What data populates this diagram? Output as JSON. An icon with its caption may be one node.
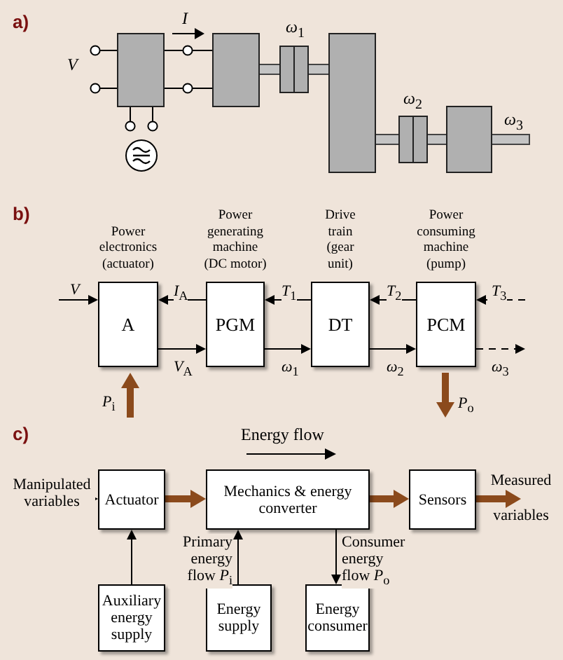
{
  "diagram": {
    "nodes": [
      {
        "text": [
          "Power electronics (actuator)",
          "A"
        ]
      },
      {
        "text": [
          "Power generating machine (DC motor)",
          "PGM"
        ]
      },
      {
        "text": [
          "Drive train (gear unit)",
          "DT"
        ]
      },
      {
        "text": [
          "Power consuming machine (pump)",
          "PCM"
        ]
      },
      {
        "text": [
          "Actuator"
        ]
      },
      {
        "text": [
          "Mechanics & energy converter"
        ]
      },
      {
        "text": [
          "Sensors"
        ]
      },
      {
        "text": [
          "Auxiliary energy supply"
        ]
      },
      {
        "text": [
          "Energy supply"
        ]
      },
      {
        "text": [
          "Energy consumer"
        ]
      }
    ],
    "edges": [
      {
        "from": null,
        "to": 0,
        "arrow": "to",
        "label": "V"
      },
      {
        "from": 1,
        "to": 0,
        "arrow": "to",
        "label": "*I*$_{A}$"
      },
      {
        "from": 0,
        "to": 1,
        "arrow": "to",
        "label": "*V*$_{A}$"
      },
      {
        "from": 2,
        "to": 1,
        "arrow": "to",
        "label": "*T*$_{1}$"
      },
      {
        "from": 1,
        "to": 2,
        "arrow": "to",
        "label": "*ω*$_{1}$"
      },
      {
        "from": 3,
        "to": 2,
        "arrow": "to",
        "label": "*T*$_{2}$"
      },
      {
        "from": 2,
        "to": 3,
        "arrow": "to",
        "label": "*ω*$_{2}$"
      },
      {
        "from": null,
        "to": 3,
        "arrow": "to",
        "label": "*T*$_{3}$",
        "style": "dashed"
      },
      {
        "from": 3,
        "to": null,
        "arrow": "to",
        "label": "*ω*$_{3}$",
        "style": "dashed"
      },
      {
        "from": null,
        "to": 0,
        "arrow": "to",
        "label": "*P*$_{i}$",
        "style": "thick",
        "color": "#8b4a1c"
      },
      {
        "from": 3,
        "to": null,
        "arrow": "to",
        "label": "*P*$_{o}$",
        "style": "thick",
        "color": "#8b4a1c"
      },
      {
        "from": null,
        "to": 4,
        "arrow": "to",
        "label": "Manipulated variables"
      },
      {
        "from": 4,
        "to": 5,
        "arrow": "to",
        "style": "thick",
        "color": "#8b4a1c"
      },
      {
        "from": 5,
        "to": 6,
        "arrow": "to",
        "style": "thick",
        "color": "#8b4a1c"
      },
      {
        "from": 6,
        "to": null,
        "arrow": "to",
        "label": "Measured variables",
        "style": "thick",
        "color": "#8b4a1c"
      },
      {
        "from": 7,
        "to": 4,
        "arrow": "to"
      },
      {
        "from": 8,
        "to": 5,
        "arrow": "to",
        "label": "Primary energy flow *P*$_{i}$"
      },
      {
        "from": 5,
        "to": 9,
        "arrow": "to",
        "label": "Consumer energy flow *P*$_{o}$"
      }
    ],
    "labels": [
      "a)",
      "V",
      "I",
      "*ω*$_{1}$",
      "*ω*$_{2}$",
      "*ω*$_{3}$",
      "b)",
      "c)",
      "Energy flow"
    ]
  }
}
